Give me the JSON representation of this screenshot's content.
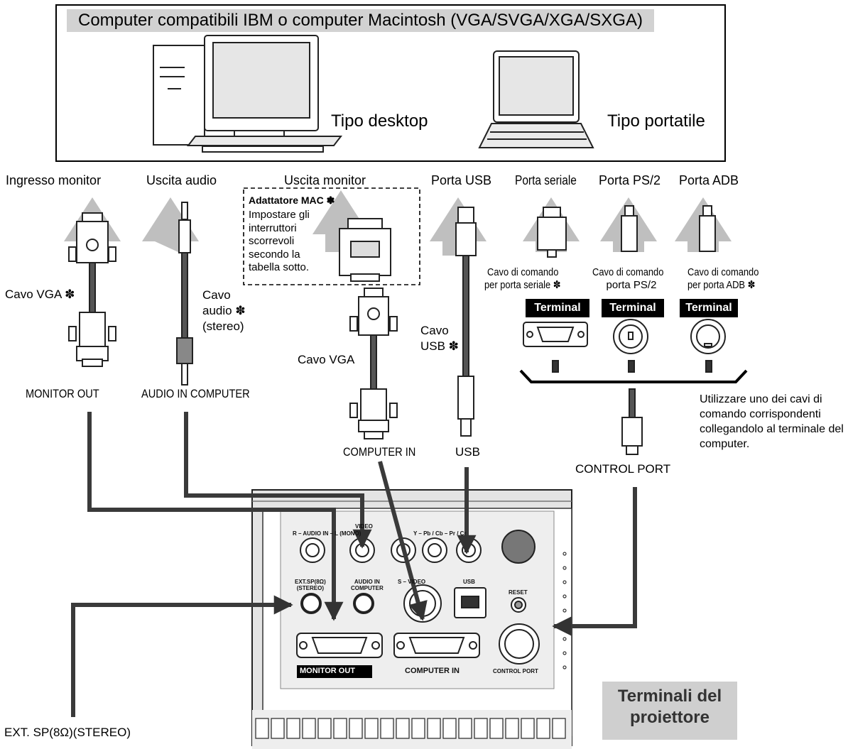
{
  "header": {
    "title": "Computer compatibili IBM o computer Macintosh (VGA/SVGA/XGA/SXGA)"
  },
  "computers": {
    "desktop": "Tipo desktop",
    "laptop": "Tipo portatile"
  },
  "ports": {
    "monitor_in": "Ingresso monitor",
    "audio_out": "Uscita audio",
    "monitor_out": "Uscita monitor",
    "usb": "Porta USB",
    "serial": "Porta seriale",
    "ps2": "Porta PS/2",
    "adb": "Porta ADB"
  },
  "mac_adapter": {
    "title": "Adattatore MAC ✽",
    "lines": [
      "Impostare gli",
      "interruttori",
      "scorrevoli",
      "secondo la",
      "tabella sotto."
    ]
  },
  "cables": {
    "vga_star": "Cavo VGA ✽",
    "audio_1": "Cavo",
    "audio_2": "audio ✽",
    "audio_3": "(stereo)",
    "vga": "Cavo VGA",
    "usb_1": "Cavo",
    "usb_2": "USB ✽",
    "serial_1": "Cavo di comando",
    "serial_2": "per porta seriale ✽",
    "ps2_1": "Cavo di comando",
    "ps2_2": "porta PS/2",
    "adb_1": "Cavo di comando",
    "adb_2": "per porta ADB ✽"
  },
  "terminal_label": "Terminal",
  "connectors": {
    "monitor_out": "MONITOR OUT",
    "audio_in": "AUDIO IN COMPUTER",
    "computer_in": "COMPUTER IN",
    "usb": "USB",
    "control_port": "CONTROL PORT"
  },
  "note": "Utilizzare uno dei cavi di comando corrispondenti collegandolo al terminale del computer.",
  "panel": {
    "video": "VIDEO",
    "r_audio_l": "R – AUDIO IN – L (MONO)",
    "component": "Y – Pb / Cb – Pr / Cr",
    "ext_sp_1": "EXT.SP(8Ω)",
    "ext_sp_2": "(STEREO)",
    "audio_in_1": "AUDIO IN",
    "audio_in_2": "COMPUTER",
    "s_video": "S – VIDEO",
    "usb": "USB",
    "reset": "RESET",
    "monitor_out": "MONITOR OUT",
    "computer_in": "COMPUTER IN",
    "control_port": "CONTROL PORT"
  },
  "projector_terminals": {
    "line1": "Terminali del",
    "line2": "proiettore"
  },
  "ext_sp_label": "EXT. SP(8Ω)(STEREO)",
  "colors": {
    "arrow_gray": "#bfbfbf",
    "line_dark": "#3a3a3a",
    "label_box": "#d0d0d0"
  }
}
